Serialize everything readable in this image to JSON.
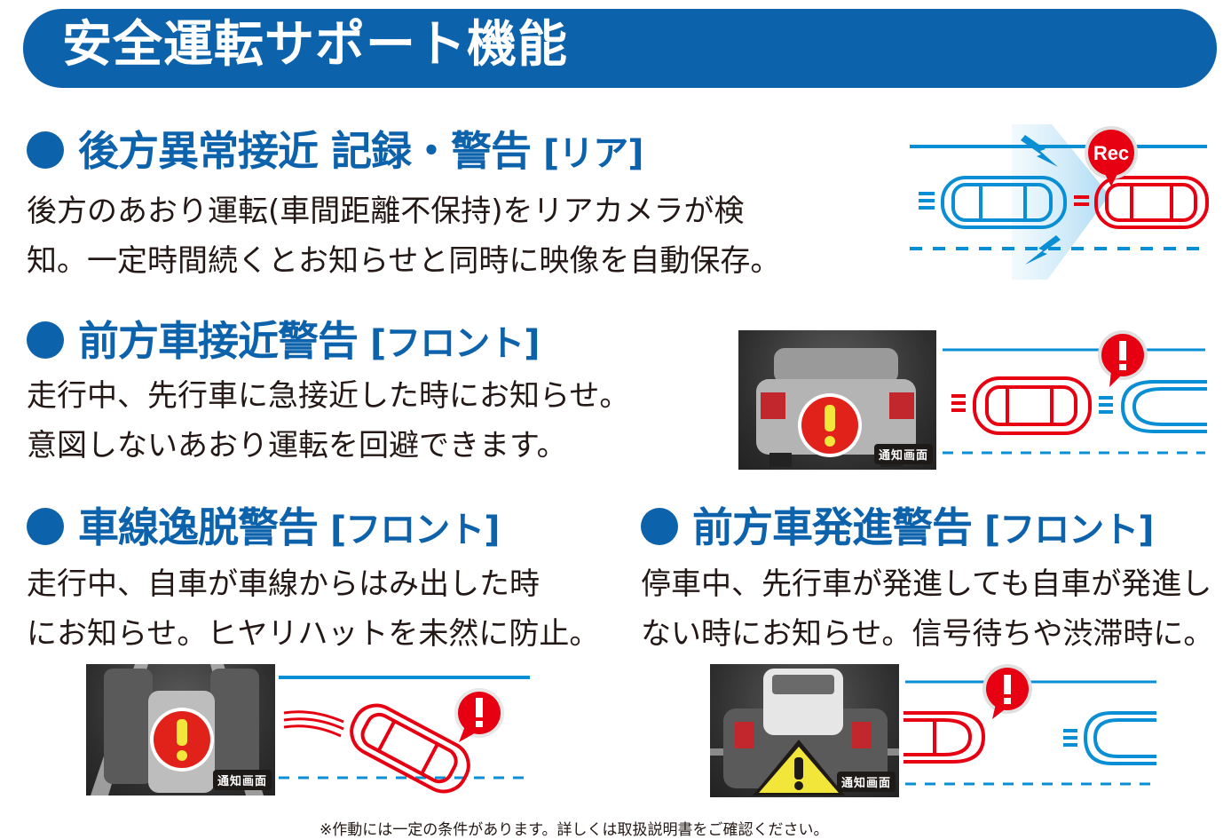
{
  "header": {
    "title": "安全運転サポート機能",
    "bar_color": "#0d62ac"
  },
  "colors": {
    "accent_blue": "#0d62ac",
    "lane_blue": "#0a8fd4",
    "alert_red": "#e60012",
    "text_dark": "#231815",
    "warning_yellow": "#f2e63a"
  },
  "sections": [
    {
      "id": "rear-approach",
      "title": "後方異常接近 記録・警告",
      "tag": "[リア]",
      "body": [
        "後方のあおり運転(車間距離不保持)をリアカメラが検",
        "知。一定時間続くとお知らせと同時に映像を自動保存。"
      ],
      "illustration": {
        "bubble_label": "Rec",
        "icons": [
          "rear-car-blue",
          "own-car-red",
          "lightning-icon",
          "camera-beam"
        ]
      }
    },
    {
      "id": "front-approach",
      "title": "前方車接近警告",
      "tag": "[フロント]",
      "body": [
        "走行中、先行車に急接近した時にお知らせ。",
        "意図しないあおり運転を回避できます。"
      ],
      "screen_badge": "通知画面",
      "illustration": {
        "bubble_label": "!"
      }
    },
    {
      "id": "lane-departure",
      "title": "車線逸脱警告",
      "tag": "[フロント]",
      "body": [
        "走行中、自車が車線からはみ出した時",
        "にお知らせ。ヒヤリハットを未然に防止。"
      ],
      "screen_badge": "通知画面",
      "illustration": {
        "bubble_label": "!"
      }
    },
    {
      "id": "front-start",
      "title": "前方車発進警告",
      "tag": "[フロント]",
      "body": [
        "停車中、先行車が発進しても自車が発進し",
        "ない時にお知らせ。信号待ちや渋滞時に。"
      ],
      "screen_badge": "通知画面",
      "illustration": {
        "bubble_label": "!"
      }
    }
  ],
  "footnote": "※作動には一定の条件があります。詳しくは取扱説明書をご確認ください。"
}
